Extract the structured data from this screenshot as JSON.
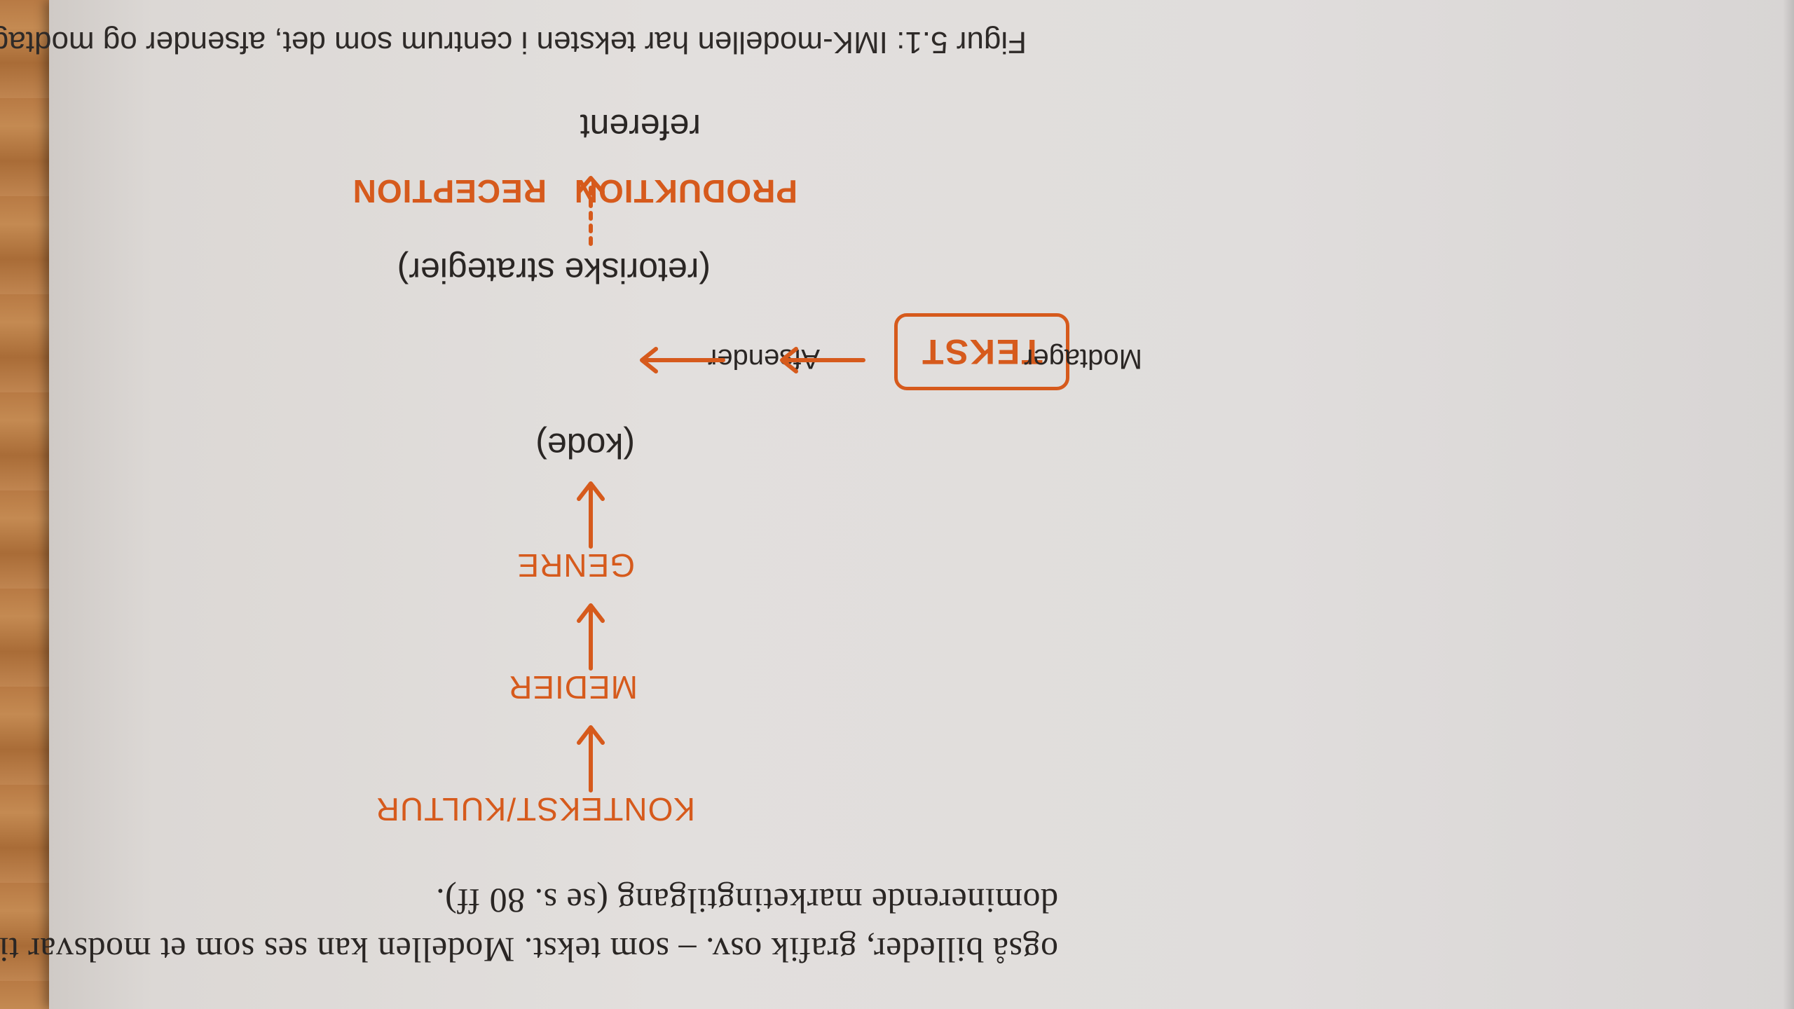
{
  "body_text": {
    "line1": "også billeder, grafik osv. – som tekst. Modellen kan ses som et modsvar til Kotters",
    "line2": "dominerende marketingtilgang (se s. 80 ff)."
  },
  "figure": {
    "levels": [
      "KONTEKST/KULTUR",
      "MEDIER",
      "GENRE"
    ],
    "code": "(kode)",
    "center": "TEKST",
    "sender": "Afsender",
    "receiver": "Modtager",
    "strategies": "(retoriske strategier)",
    "production": "PRODUKTION",
    "reception": "RECEPTION",
    "referent": "referent",
    "accent_color": "#d65a1c"
  },
  "caption": "Figur 5.1: IMK-modellen har teksten i centrum som det, afsender og modtager produ-"
}
